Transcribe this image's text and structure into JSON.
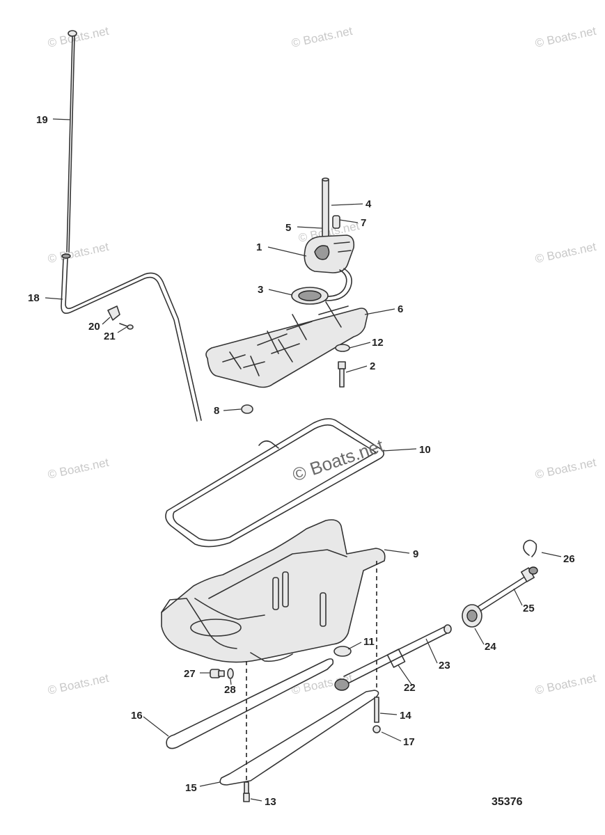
{
  "watermark": {
    "small_text": "© Boats.net",
    "center_text": "© Boats.net"
  },
  "figure_number": "35376",
  "callouts": {
    "c1": "1",
    "c2": "2",
    "c3": "3",
    "c4": "4",
    "c5": "5",
    "c6": "6",
    "c7": "7",
    "c8": "8",
    "c9": "9",
    "c10": "10",
    "c11": "11",
    "c12": "12",
    "c13": "13",
    "c14": "14",
    "c15": "15",
    "c16": "16",
    "c17": "17",
    "c18": "18",
    "c19": "19",
    "c20": "20",
    "c21": "21",
    "c22": "22",
    "c23": "23",
    "c24": "24",
    "c25": "25",
    "c26": "26",
    "c27": "27",
    "c28": "28"
  }
}
